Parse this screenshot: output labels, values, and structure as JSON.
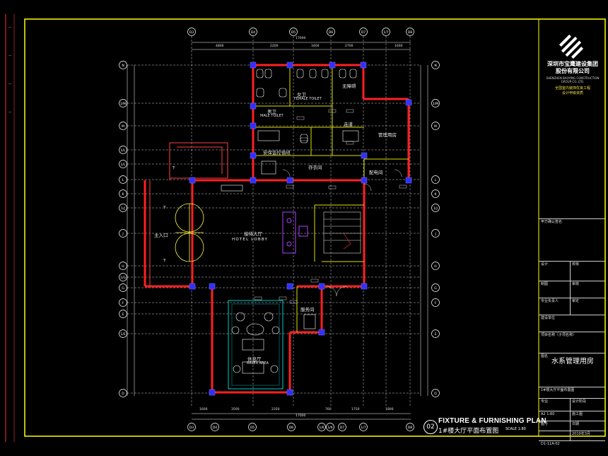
{
  "title_block": {
    "company_zh_line1": "深圳市宝鹰建设集团",
    "company_zh_line2": "股份有限公司",
    "company_en": "SHENZHEN BAOYING CONSTRUCTION GROUP CO.,LTD.",
    "extra_lines": [
      "全国室内装饰优良工程",
      "设计甲级资质"
    ],
    "rows": [
      {
        "left": "甲方确认签名",
        "right": ""
      },
      {
        "left": "设计",
        "right": "校核"
      },
      {
        "left": "制图",
        "right": "审核"
      },
      {
        "left": "专业负责人",
        "right": "审定"
      },
      {
        "left": "建设单位",
        "right": ""
      },
      {
        "left": "项目名称（子项名称）",
        "right": ""
      },
      {
        "left": "图名",
        "right": ""
      },
      {
        "left": "1#楼大厅平面布置图",
        "right": ""
      },
      {
        "left": "专业",
        "right": "设计阶段"
      },
      {
        "left": "A2 1:80",
        "right": "施工图"
      },
      {
        "left": "图号",
        "right": "日期"
      },
      {
        "left": "",
        "right": "2019年3月"
      },
      {
        "left": "D1-11A-02",
        "right": ""
      }
    ],
    "project_name": "水系管理用房"
  },
  "plan_title": {
    "number": "02",
    "en": "FIXTURE & FURNISHING PLAN",
    "zh": "1#楼大厅平面布置图",
    "scale": "SCALE 1:80"
  },
  "top_axes": [
    "D3",
    "D4",
    "D5",
    "D6",
    "D7",
    "1/7",
    "D8"
  ],
  "bottom_axes": [
    "D3",
    "D4",
    "D5",
    "D6",
    "1/6",
    "1/6",
    "D7",
    "1/7",
    "D8"
  ],
  "left_axes": [
    "N",
    "1/M",
    "M",
    "1/L",
    "1/L",
    "L",
    "K",
    "1/J",
    "J",
    "H",
    "1/G",
    "G",
    "F",
    "E",
    "1/E",
    "D"
  ],
  "right_axes": [
    "N",
    "1/M",
    "M",
    "L",
    "K",
    "1/J",
    "J",
    "H",
    "G",
    "F",
    "E",
    "D"
  ],
  "dimensions_top": [
    "4800",
    "2200",
    "3400",
    "2700",
    "1600"
  ],
  "dimension_total_top": "17000",
  "dimensions_bottom": [
    "1600",
    "3500",
    "2350",
    "760",
    "1750",
    "1800"
  ],
  "dimension_total_bottom": "17000",
  "rooms": {
    "female_toilet_zh": "女卫",
    "female_toilet_en": "FEMALE TOILET",
    "male_toilet_zh": "男卫",
    "male_toilet_en": "MALE TOILET",
    "accessible_toilet": "无障碍",
    "corridor": "走道",
    "management_room": "管理用房",
    "security_room": "安保监控值班",
    "storage": "存衣间",
    "electrical": "配电间",
    "lobby_zh": "接待大厅",
    "lobby_en": "HOTEL LOBBY",
    "entrance": "主入口",
    "service": "服务间",
    "lounge_zh": "休息厅",
    "lounge_en": "RELEX AREA",
    "down_1": "下",
    "down_2": "下",
    "down_3": "下"
  },
  "colors": {
    "frame": "#ffff00",
    "wall": "#ff2020",
    "column": "#3030ff",
    "furniture": "#b040ff",
    "glass": "#ffff40",
    "grid": "#ffffff",
    "carpet": "#00ffff"
  }
}
